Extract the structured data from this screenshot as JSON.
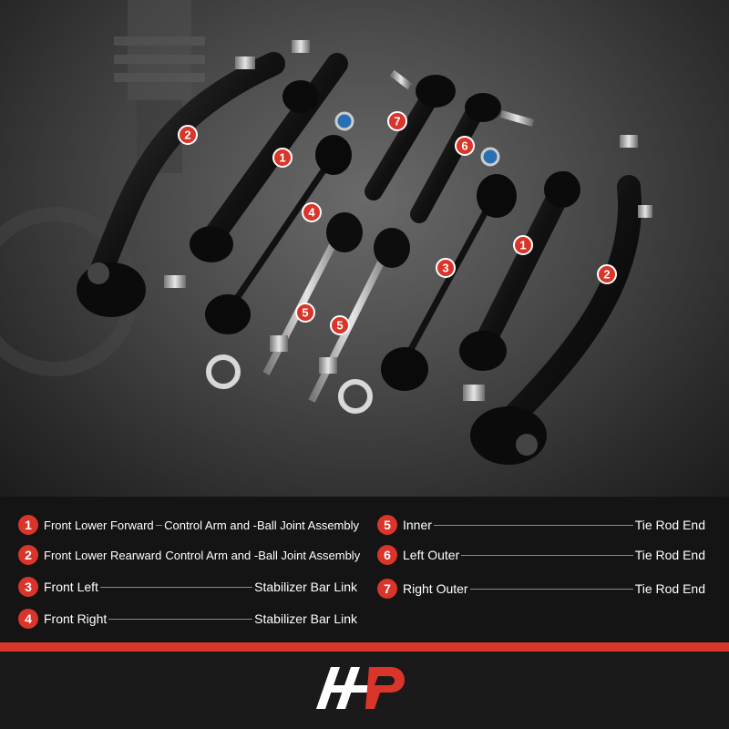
{
  "legend": {
    "items": [
      {
        "num": "1",
        "left": "Front Lower Forward",
        "right": "Control Arm and -Ball Joint Assembly"
      },
      {
        "num": "2",
        "left": "Front Lower Rearward",
        "right": "Control Arm and -Ball Joint Assembly"
      },
      {
        "num": "3",
        "left": "Front Left",
        "right": "Stabilizer Bar Link"
      },
      {
        "num": "4",
        "left": "Front Right",
        "right": "Stabilizer Bar Link"
      },
      {
        "num": "5",
        "left": "Inner",
        "right": "Tie Rod End"
      },
      {
        "num": "6",
        "left": "Left Outer",
        "right": "Tie Rod End"
      },
      {
        "num": "7",
        "left": "Right Outer",
        "right": "Tie Rod End"
      }
    ]
  },
  "photo_badges": [
    "2",
    "1",
    "4",
    "7",
    "6",
    "3",
    "1",
    "2",
    "5",
    "5"
  ],
  "colors": {
    "accent": "#d9352a",
    "background": "#141414",
    "text": "#ffffff",
    "divider": "#8a8a8a"
  },
  "logo": {
    "icon": "a-premium-logo-icon"
  }
}
